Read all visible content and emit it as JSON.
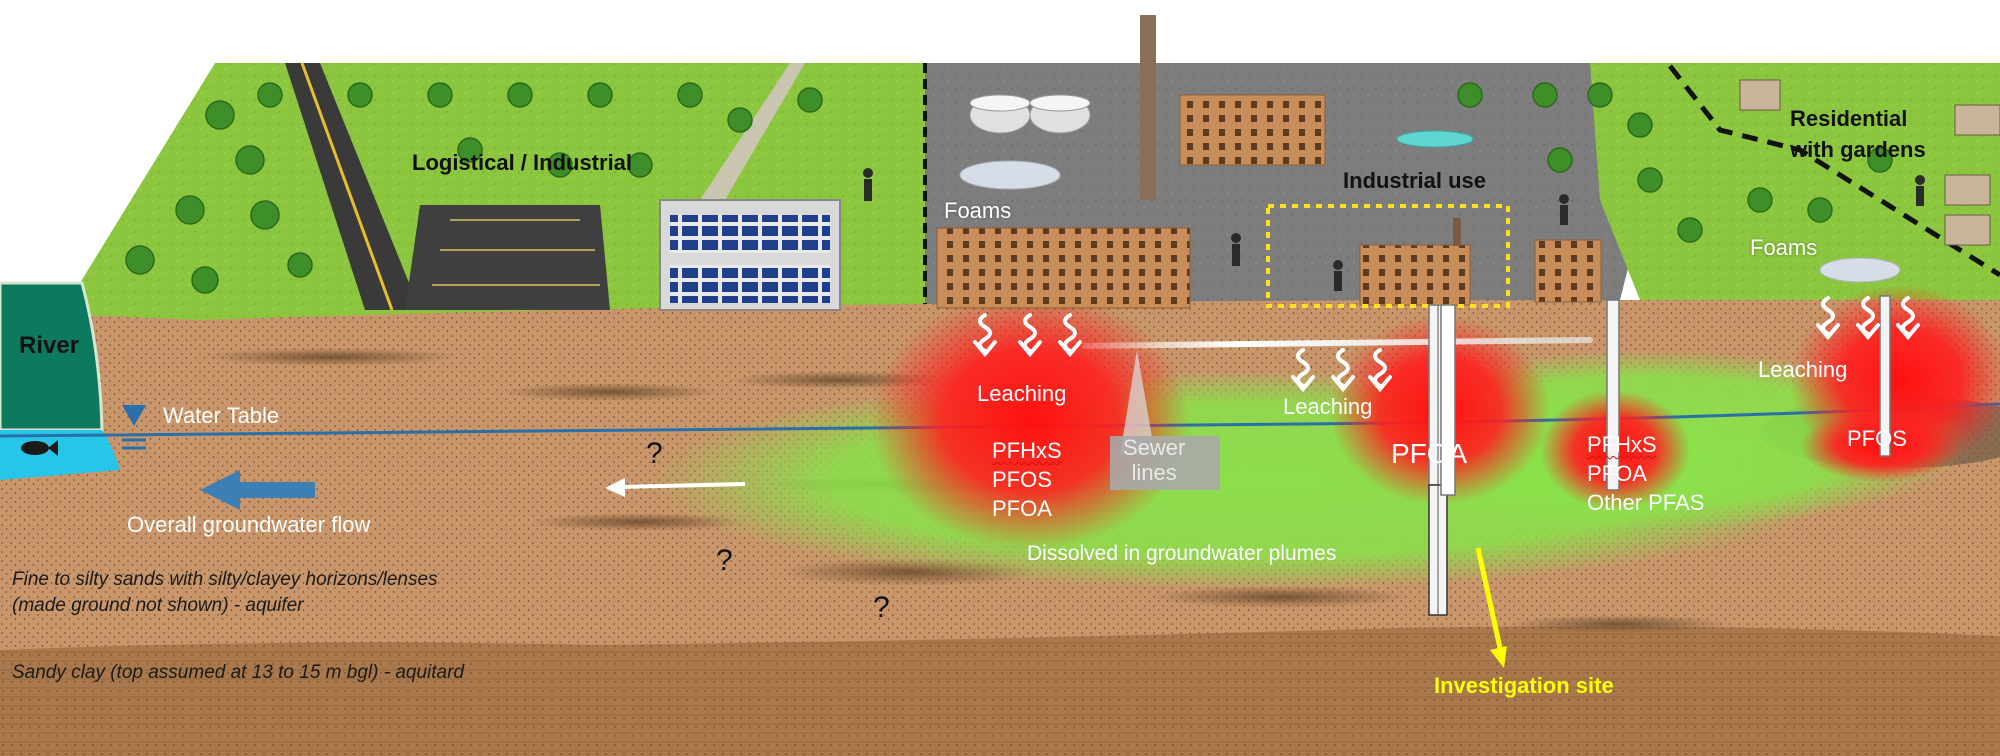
{
  "labels": {
    "river": "River",
    "logistical_industrial": "Logistical / Industrial",
    "industrial_use": "Industrial use",
    "residential_line1": "Residential",
    "residential_line2": "with gardens",
    "foams_left": "Foams",
    "foams_right": "Foams",
    "leaching_left": "Leaching",
    "leaching_mid": "Leaching",
    "leaching_right": "Leaching",
    "water_table": "Water Table",
    "groundwater_flow": "Overall groundwater flow",
    "sewer_line1": "Sewer",
    "sewer_line2": "lines",
    "plume_a": [
      "PFHxS",
      "PFOS",
      "PFOA"
    ],
    "plume_b": "PFOA",
    "plume_c": [
      "PFHxS",
      "PFOA",
      "Other PFAS"
    ],
    "plume_d": "PFOS",
    "dissolved": "Dissolved in groundwater plumes",
    "aquifer_line1": "Fine to silty sands with silty/clayey horizons/lenses",
    "aquifer_line2": "(made ground not shown) - aquifer",
    "aquitard": "Sandy clay (top assumed at 13 to 15 m bgl) - aquitard",
    "investigation_site": "Investigation site",
    "question_mark": "?"
  },
  "colors": {
    "river": "#0d7a5f",
    "water": "#27c6e8",
    "grass": "#8cc63f",
    "industrial_ground": "#7b7b7b",
    "soil": "#c8966a",
    "clay": "#a9784c",
    "contamination": "#ff1a1a",
    "plume": "#8fe04a",
    "water_table_line": "#2a6fa8",
    "flow_arrow": "#3b7fb3",
    "investigation": "#ffff00"
  },
  "icons": {
    "leaching": "wavy-arrow-icon",
    "water_table": "water-table-icon",
    "fish": "fish-icon",
    "person": "person-icon",
    "tree": "tree-icon"
  }
}
